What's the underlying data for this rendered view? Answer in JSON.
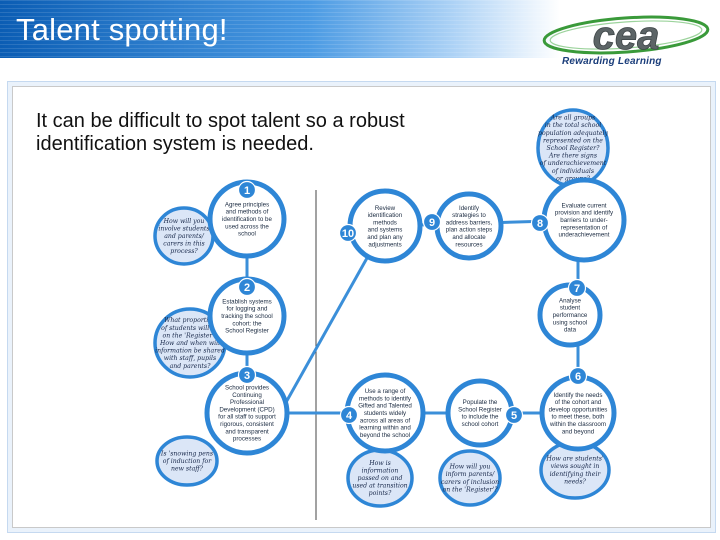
{
  "header": {
    "title": "Talent spotting!",
    "logo_text": "cea",
    "logo_tagline": "Rewarding Learning"
  },
  "intro": "It can be difficult to spot talent so a robust identification system is needed.",
  "colors": {
    "title_bar": "#0b5db4",
    "node_fill": "#ffffff",
    "node_ring": "#2e86d6",
    "connector": "#3b8fd9",
    "number_fill": "#2e86d6",
    "question_fill": "#dbe6f7",
    "divider": "#444444"
  },
  "steps": [
    {
      "num": "1",
      "lines": [
        "Agree principles",
        "and methods of",
        "identification to be",
        "used across the",
        "school"
      ]
    },
    {
      "num": "2",
      "lines": [
        "Establish systems",
        "for logging and",
        "tracking the school",
        "cohort: the",
        "School Register"
      ]
    },
    {
      "num": "3",
      "lines": [
        "School provides",
        "Continuing",
        "Professional",
        "Development (CPD)",
        "for all staff to support",
        "rigorous, consistent",
        "and transparent",
        "processes"
      ]
    },
    {
      "num": "4",
      "lines": [
        "Use a range of",
        "methods to identify",
        "Gifted and Talented",
        "students widely",
        "across all areas of",
        "learning within and",
        "beyond the school"
      ]
    },
    {
      "num": "5",
      "lines": [
        "Populate the",
        "School Register",
        "to include the",
        "school cohort"
      ]
    },
    {
      "num": "6",
      "lines": [
        "Identify the needs",
        "of the cohort and",
        "develop opportunities",
        "to meet these, both",
        "within the classroom",
        "and beyond"
      ]
    },
    {
      "num": "7",
      "lines": [
        "Analyse",
        "student",
        "performance",
        "using school",
        "data"
      ]
    },
    {
      "num": "8",
      "lines": [
        "Evaluate current",
        "provision and identify",
        "barriers to under-",
        "representation of",
        "underachievement"
      ]
    },
    {
      "num": "9",
      "lines": [
        "Identify",
        "strategies to",
        "address barriers,",
        "plan action steps",
        "and allocate",
        "resources"
      ]
    },
    {
      "num": "10",
      "lines": [
        "Review",
        "identification",
        "methods",
        "and systems",
        "and plan any",
        "adjustments"
      ]
    }
  ],
  "questions": [
    {
      "id": "q1",
      "lines": [
        "How will you",
        "involve students",
        "and parents/",
        "carers in this",
        "process?"
      ]
    },
    {
      "id": "q2",
      "lines": [
        "What proportion",
        "of students will be",
        "on the 'Register'?",
        "How and when will",
        "information be shared",
        "with staff, pupils",
        "and parents?"
      ]
    },
    {
      "id": "q3",
      "lines": [
        "Is 'snowing pens",
        "of induction for",
        "new staff?"
      ]
    },
    {
      "id": "q4",
      "lines": [
        "How is",
        "information",
        "passed on and",
        "used at transition",
        "points?"
      ]
    },
    {
      "id": "q5",
      "lines": [
        "How will you",
        "inform parents/",
        "carers of inclusion",
        "on the 'Register'?"
      ]
    },
    {
      "id": "q6",
      "lines": [
        "How are students'",
        "views sought in",
        "identifying their",
        "needs?"
      ]
    },
    {
      "id": "q7",
      "lines": [
        "Are all groups",
        "in the total school",
        "population adequately",
        "represented on the",
        "School Register?",
        "Are there signs",
        "of underachievement",
        "of individuals",
        "or groups?"
      ]
    }
  ]
}
